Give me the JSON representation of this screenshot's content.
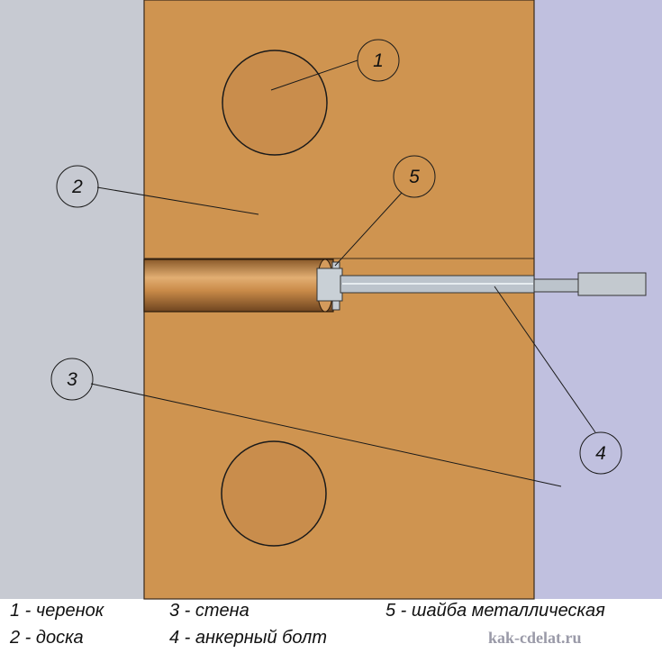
{
  "callouts": [
    "1",
    "2",
    "3",
    "4",
    "5"
  ],
  "legend": {
    "item1": "1 - черенок",
    "item2": "2 - доска",
    "item3": "3 - стена",
    "item4": "4 - анкерный болт",
    "item5": "5 - шайба металлическая"
  },
  "watermark": "kak-cdelat.ru",
  "colors": {
    "wall_left": "#c7cad2",
    "wall_right": "#c0c0df",
    "board": "#cf9450",
    "dowel": "#c98d4c",
    "bolt": "#bcc4cc",
    "outline": "#1a1a1a"
  }
}
